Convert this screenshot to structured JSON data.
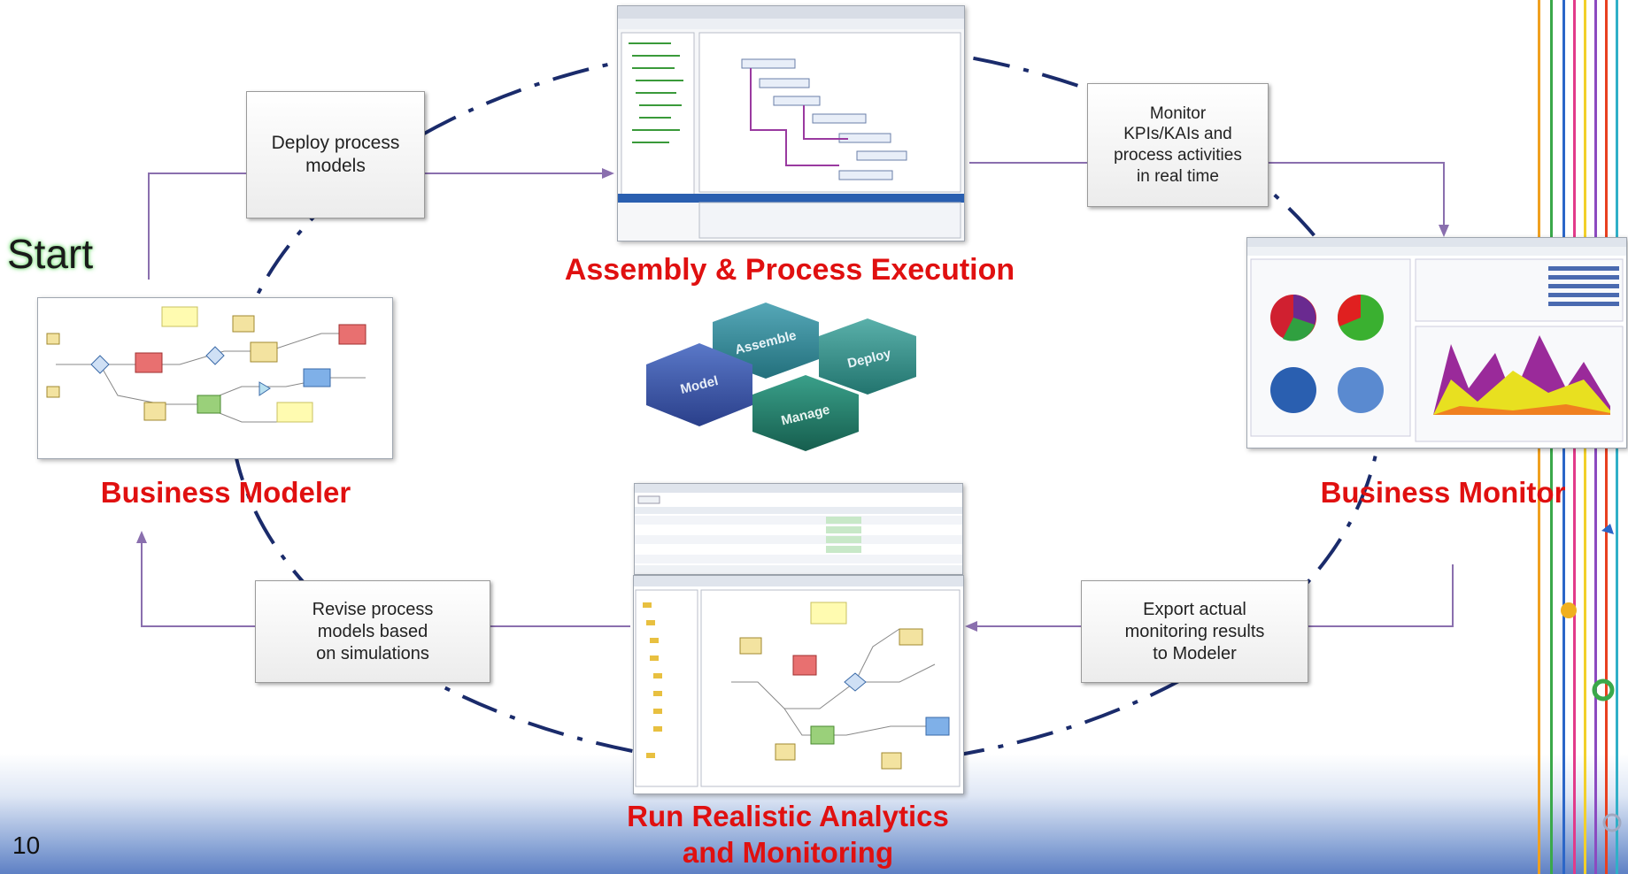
{
  "start_label": "Start",
  "page_number": "10",
  "nodes": {
    "assembly": "Assembly & Process Execution",
    "modeler": "Business Modeler",
    "monitor": "Business Monitor",
    "analytics": "Run Realistic Analytics\nand Monitoring"
  },
  "callouts": {
    "deploy": "Deploy process\nmodels",
    "monitor_kpi": "Monitor\nKPIs/KAIs and\nprocess activities\nin real time",
    "revise": "Revise process\nmodels based\non simulations",
    "export": "Export actual\nmonitoring results\nto Modeler"
  },
  "hexagons": {
    "model": "Model",
    "assemble": "Assemble",
    "deploy": "Deploy",
    "manage": "Manage"
  },
  "colors": {
    "label_red": "#e01010",
    "connector": "#8a6fae",
    "cycle": "#1a2b6b",
    "hex_model": "#3a55a8",
    "hex_assemble": "#2f8a96",
    "hex_deploy": "#2e8f8a",
    "hex_manage": "#1f7a66"
  }
}
